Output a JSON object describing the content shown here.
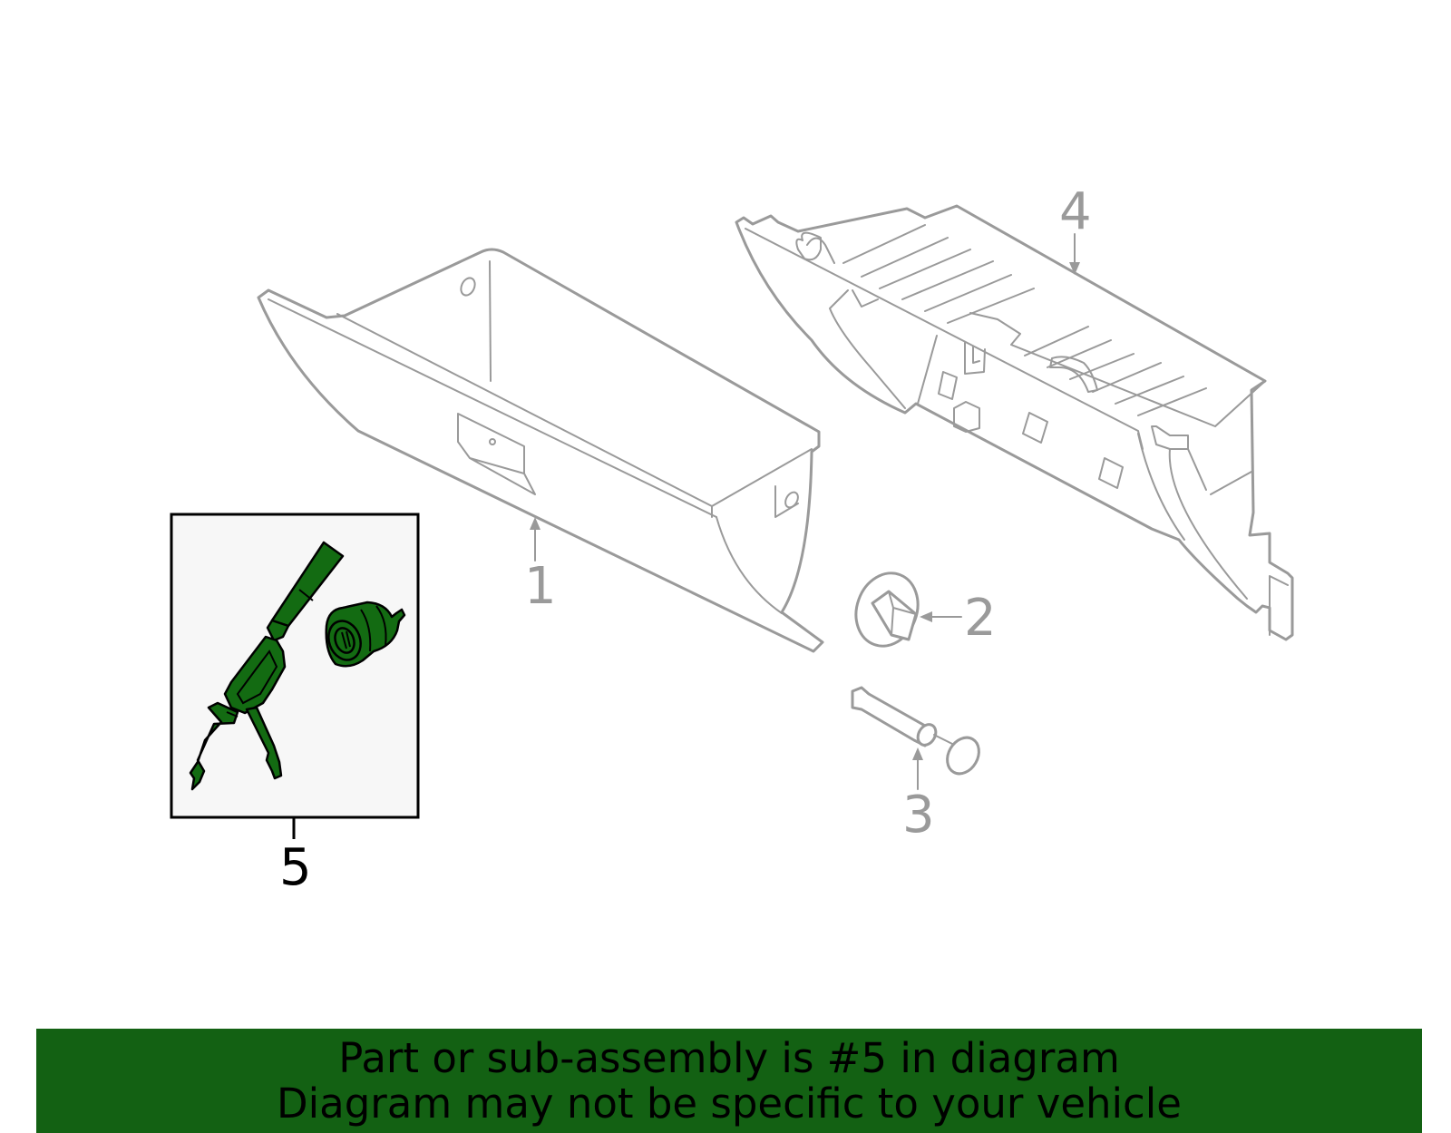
{
  "callouts": {
    "c1": "1",
    "c2": "2",
    "c3": "3",
    "c4": "4",
    "c5": "5"
  },
  "highlight_callout": "5",
  "colors": {
    "line": "#9a9a9a",
    "highlight_fill": "#136b12",
    "banner_bg": "#136113",
    "inset_bg": "#f7f7f7"
  },
  "banner": {
    "line1": "Part or sub-assembly is #5 in diagram",
    "line2": "Diagram may not be specific to your vehicle"
  }
}
